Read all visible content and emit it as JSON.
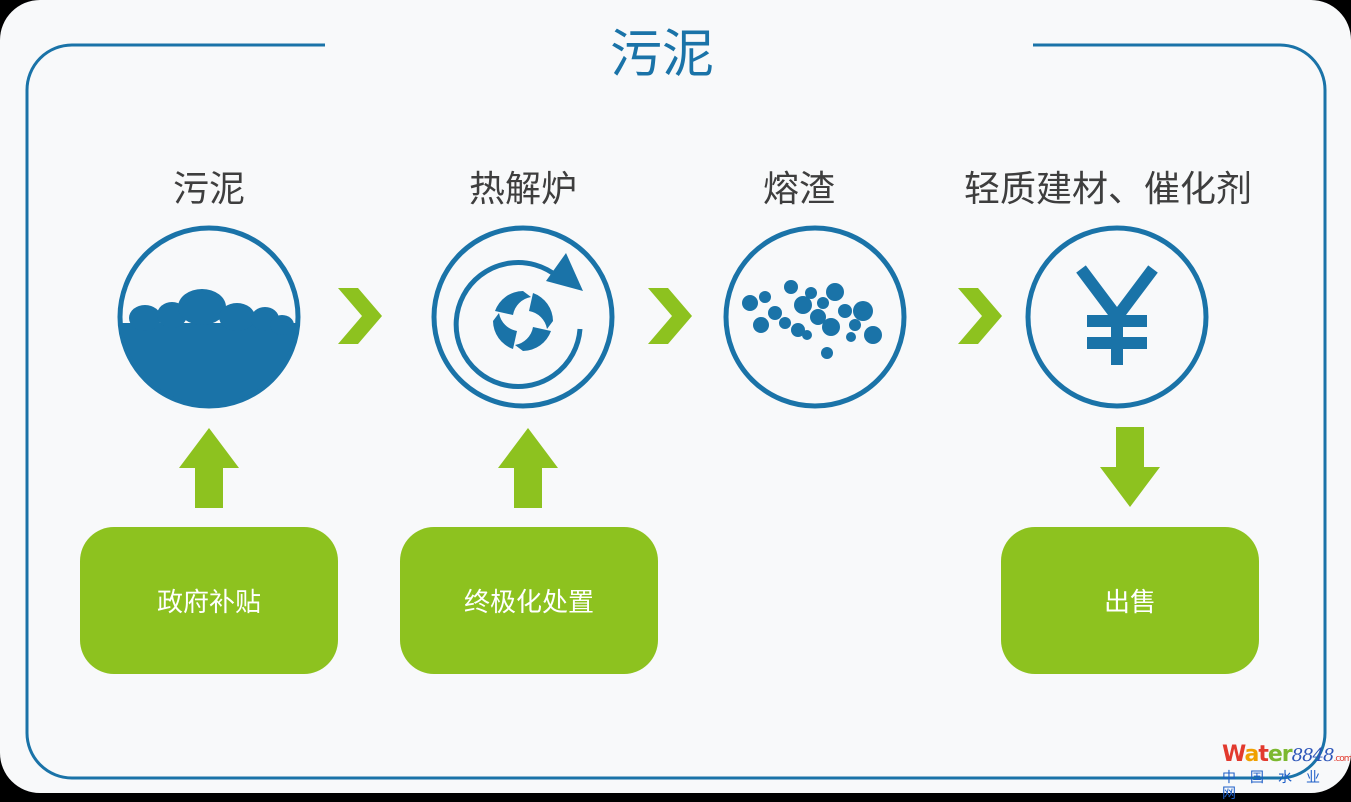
{
  "title": "污泥",
  "steps": [
    {
      "label": "污泥",
      "icon": "sludge-icon"
    },
    {
      "label": "热解炉",
      "icon": "pyrolysis-furnace-icon"
    },
    {
      "label": "熔渣",
      "icon": "slag-particles-icon"
    },
    {
      "label": "轻质建材、催化剂",
      "icon": "yuan-icon"
    }
  ],
  "boxes": {
    "subsidy": "政府补贴",
    "disposal": "终极化处置",
    "sale": "出售"
  },
  "watermark": {
    "brand": "water8848",
    "suffix": ".com",
    "cn": "中国水业网"
  },
  "colors": {
    "blue": "#1a73a8",
    "green": "#8dc21f"
  }
}
